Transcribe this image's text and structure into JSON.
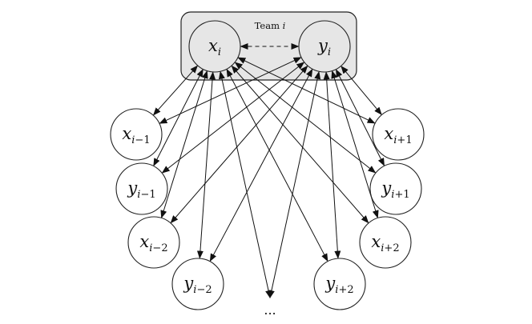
{
  "diagram": {
    "team_label": {
      "text": "Team ",
      "var": "i"
    },
    "team_nodes": [
      {
        "id": "x",
        "var": "x",
        "sub": "i"
      },
      {
        "id": "y",
        "var": "y",
        "sub": "i"
      }
    ],
    "outer_nodes": [
      {
        "id": "x_im1",
        "var": "x",
        "sub": "i−1"
      },
      {
        "id": "y_im1",
        "var": "y",
        "sub": "i−1"
      },
      {
        "id": "x_im2",
        "var": "x",
        "sub": "i−2"
      },
      {
        "id": "y_im2",
        "var": "y",
        "sub": "i−2"
      },
      {
        "id": "x_ip1",
        "var": "x",
        "sub": "i+1"
      },
      {
        "id": "y_ip1",
        "var": "y",
        "sub": "i+1"
      },
      {
        "id": "x_ip2",
        "var": "x",
        "sub": "i+2"
      },
      {
        "id": "y_ip2",
        "var": "y",
        "sub": "i+2"
      }
    ],
    "ellipsis": "...",
    "internal_edge": {
      "from": "x",
      "to": "y",
      "style": "dashed",
      "direction": "both"
    },
    "edges": [
      {
        "from": "x",
        "to": "x_im1",
        "direction": "both"
      },
      {
        "from": "x",
        "to": "y_im1",
        "direction": "both"
      },
      {
        "from": "x",
        "to": "x_im2",
        "direction": "both"
      },
      {
        "from": "x",
        "to": "y_im2",
        "direction": "both"
      },
      {
        "from": "x",
        "to": "ellipsis",
        "direction": "both"
      },
      {
        "from": "x",
        "to": "x_ip1",
        "direction": "both"
      },
      {
        "from": "x",
        "to": "y_ip1",
        "direction": "both"
      },
      {
        "from": "x",
        "to": "x_ip2",
        "direction": "both"
      },
      {
        "from": "x",
        "to": "y_ip2",
        "direction": "both"
      },
      {
        "from": "y",
        "to": "x_im1",
        "direction": "both"
      },
      {
        "from": "y",
        "to": "y_im1",
        "direction": "both"
      },
      {
        "from": "y",
        "to": "x_im2",
        "direction": "both"
      },
      {
        "from": "y",
        "to": "y_im2",
        "direction": "both"
      },
      {
        "from": "y",
        "to": "ellipsis",
        "direction": "both"
      },
      {
        "from": "y",
        "to": "x_ip1",
        "direction": "both"
      },
      {
        "from": "y",
        "to": "y_ip1",
        "direction": "both"
      },
      {
        "from": "y",
        "to": "x_ip2",
        "direction": "both"
      },
      {
        "from": "y",
        "to": "y_ip2",
        "direction": "both"
      }
    ]
  }
}
